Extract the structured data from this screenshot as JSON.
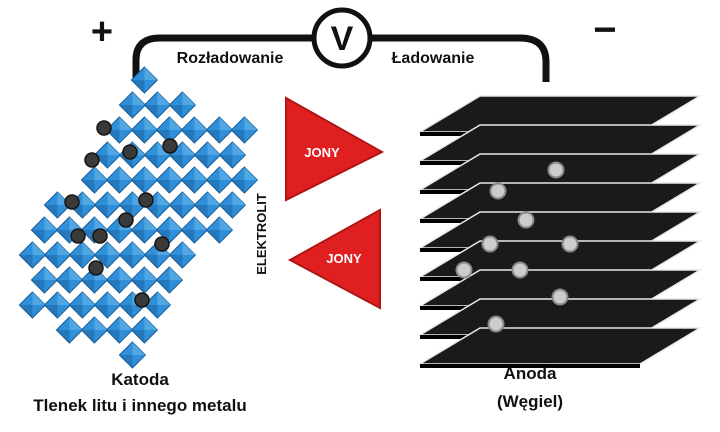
{
  "terminals": {
    "positive": "+",
    "negative": "−"
  },
  "meter": {
    "symbol": "V"
  },
  "wire_labels": {
    "discharge": "Rozładowanie",
    "charge": "Ładowanie"
  },
  "ions": {
    "top_label": "JONY",
    "bottom_label": "JONY"
  },
  "electrolyte": {
    "label": "ELEKTROLIT"
  },
  "cathode": {
    "title": "Katoda",
    "subtitle": "Tlenek litu i innego metalu"
  },
  "anode": {
    "title": "Anoda",
    "subtitle": "(Węgiel)"
  },
  "colors": {
    "crystal": "#2f8fd8",
    "crystal_dark": "#1b5e9a",
    "ion_arrow": "#e02020",
    "layer": "#1a1a1a",
    "lithium": "#cccccc"
  }
}
